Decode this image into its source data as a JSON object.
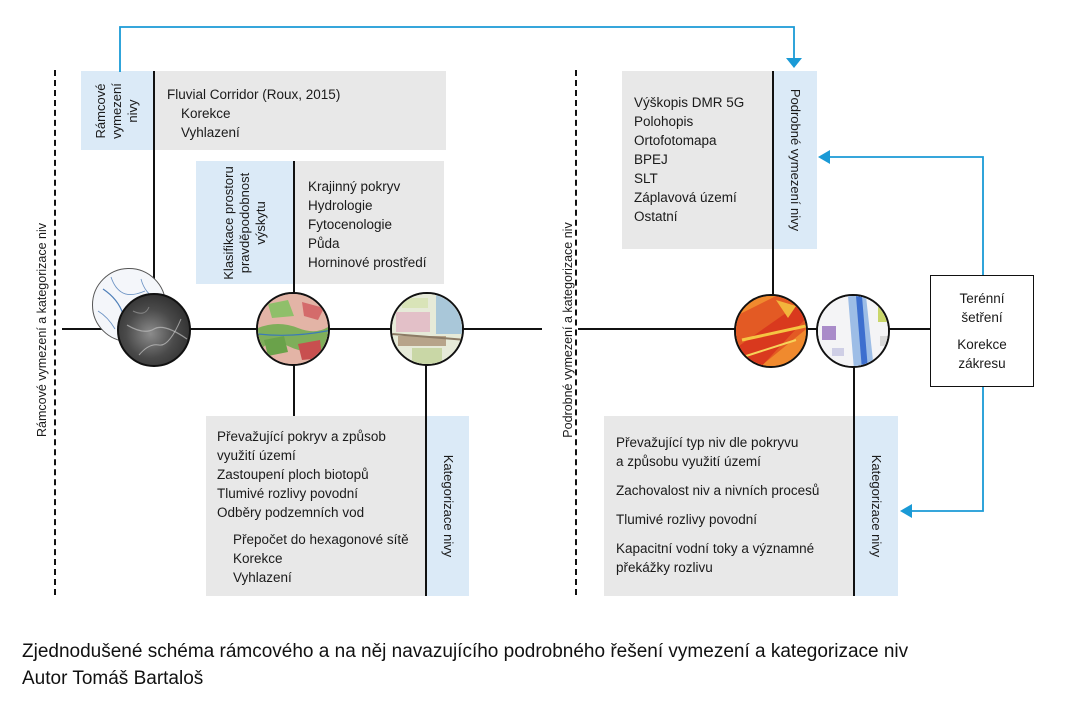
{
  "colors": {
    "accent_blue": "#1a9ad6",
    "panel_grey": "#e8e8e8",
    "panel_blue": "#dbeaf7",
    "line": "#111111"
  },
  "left": {
    "axis_label": "Rámcové vymezení a kategorizace niv",
    "frame_box": {
      "label": "Rámcové vymezení nivy",
      "title": "Fluvial Corridor (Roux, 2015)",
      "items": [
        "Korekce",
        "Vyhlazení"
      ]
    },
    "classification_box": {
      "label": "Klasifikace prostoru pravděpodobnost výskytu",
      "items": [
        "Krajinný pokryv",
        "Hydrologie",
        "Fytocenologie",
        "Půda",
        "Horninové prostředí"
      ]
    },
    "categorization_box": {
      "label": "Kategorizace nivy",
      "items": [
        "Převažující pokryv a způsob",
        "využití území",
        "Zastoupení ploch biotopů",
        "Tlumivé rozlivy povodní",
        "Odběry podzemních vod"
      ],
      "sub_items": [
        "Přepočet do hexagonové sítě",
        "Korekce",
        "Vyhlazení"
      ]
    }
  },
  "right": {
    "axis_label": "Podrobné vymezení a kategorizace niv",
    "detail_box": {
      "label": "Podrobné vymezení nivy",
      "items": [
        "Výškopis DMR 5G",
        "Polohopis",
        "Ortofotomapa",
        "BPEJ",
        "SLT",
        "Záplavová území",
        "Ostatní"
      ]
    },
    "field_box": {
      "line1": "Terénní",
      "line2": "šetření",
      "line3": "Korekce",
      "line4": "zákresu"
    },
    "categorization_box": {
      "label": "Kategorizace nivy",
      "items": [
        "Převažující typ niv dle pokryvu",
        "a způsobu využití území",
        "Zachovalost niv a nivních procesů",
        "Tlumivé rozlivy povodní",
        "Kapacitní vodní toky a významné",
        "překážky rozlivu"
      ]
    }
  },
  "map_icons": [
    "river-network-map",
    "elevation-relief-map",
    "landcover-map",
    "landuse-map",
    "heat-risk-map",
    "floodplain-map"
  ],
  "caption": {
    "line1": "Zjednodušené schéma rámcového a na něj navazujícího podrobného řešení vymezení a kategorizace niv",
    "line2": "Autor Tomáš Bartaloš"
  }
}
